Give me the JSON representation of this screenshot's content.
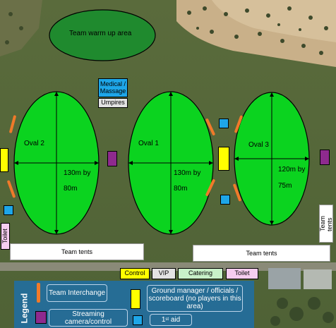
{
  "warmup": {
    "label": "Team warm up area"
  },
  "ovals": [
    {
      "name": "Oval 2",
      "size_line1": "130m by",
      "size_line2": "80m"
    },
    {
      "name": "Oval 1",
      "size_line1": "130m by",
      "size_line2": "80m"
    },
    {
      "name": "Oval 3",
      "size_line1": "120m by",
      "size_line2": "75m"
    }
  ],
  "medical": {
    "label": "Medical / Massage",
    "color": "#1ea6e8"
  },
  "umpires": {
    "label": "Umpires"
  },
  "toilet_left": {
    "label": "Toilet"
  },
  "team_tents": {
    "left": "Team tents",
    "right": "Team tents",
    "vertical": "Team tents"
  },
  "facilities": {
    "control": "Control",
    "vip": "VIP",
    "catering": "Catering",
    "toilet": "Toilet"
  },
  "legend": {
    "title": "Legend",
    "interchange": "Team Interchange",
    "streaming": "Streaming camera/control",
    "ground_manager": "Ground manager / officials / scoreboard (no players in this area)",
    "first_aid_prefix": "1",
    "first_aid_sup": "st",
    "first_aid_suffix": " aid"
  },
  "colors": {
    "field_green": "#0bd31f",
    "interchange_orange": "#f07a2a",
    "streaming_purple": "#8e2a8e",
    "aid_blue": "#1ea6e8",
    "gm_yellow": "#ffff00",
    "vip_grey": "#e3e3e3",
    "catering_green": "#c8f0c8",
    "toilet_pink": "#f6cdf0",
    "legend_blue": "#1e6ea6"
  }
}
